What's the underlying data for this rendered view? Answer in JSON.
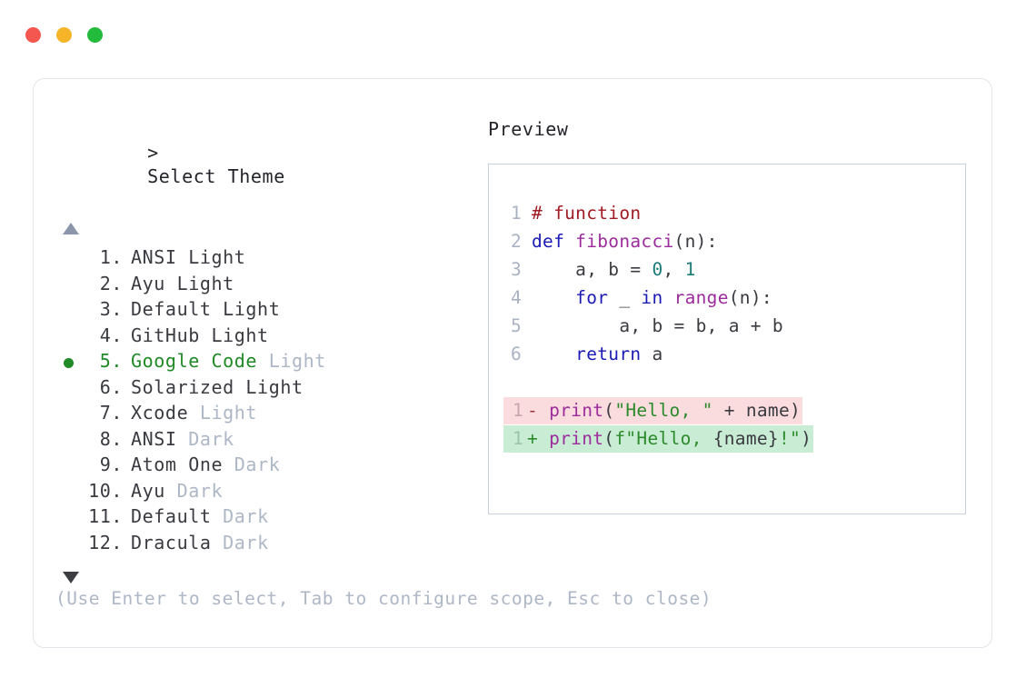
{
  "window": {
    "traffic_lights": [
      {
        "name": "close",
        "color": "#f4574f"
      },
      {
        "name": "minimize",
        "color": "#f6b529"
      },
      {
        "name": "maximize",
        "color": "#23bb3c"
      }
    ]
  },
  "selector": {
    "prompt_marker": ">",
    "prompt_label": "Select Theme",
    "scroll_up_icon": "triangle-up",
    "scroll_down_icon": "triangle-down",
    "selected_index": 5,
    "items": [
      {
        "num": "1.",
        "name": "ANSI Light",
        "variant": "",
        "selected": false
      },
      {
        "num": "2.",
        "name": "Ayu Light",
        "variant": "",
        "selected": false
      },
      {
        "num": "3.",
        "name": "Default Light",
        "variant": "",
        "selected": false
      },
      {
        "num": "4.",
        "name": "GitHub Light",
        "variant": "",
        "selected": false
      },
      {
        "num": "5.",
        "name": "Google Code",
        "variant": "Light",
        "selected": true
      },
      {
        "num": "6.",
        "name": "Solarized Light",
        "variant": "",
        "selected": false
      },
      {
        "num": "7.",
        "name": "Xcode",
        "variant": "Light",
        "selected": false
      },
      {
        "num": "8.",
        "name": "ANSI",
        "variant": "Dark",
        "selected": false
      },
      {
        "num": "9.",
        "name": "Atom One",
        "variant": "Dark",
        "selected": false
      },
      {
        "num": "10.",
        "name": "Ayu",
        "variant": "Dark",
        "selected": false
      },
      {
        "num": "11.",
        "name": "Default",
        "variant": "Dark",
        "selected": false
      },
      {
        "num": "12.",
        "name": "Dracula",
        "variant": "Dark",
        "selected": false
      }
    ]
  },
  "footer": {
    "hint": "(Use Enter to select, Tab to configure scope, Esc to close)"
  },
  "preview": {
    "title": "Preview",
    "code_lines": [
      {
        "n": "1",
        "tokens": [
          {
            "t": "# function",
            "c": "tk-comment"
          }
        ]
      },
      {
        "n": "2",
        "tokens": [
          {
            "t": "def ",
            "c": "tk-kw"
          },
          {
            "t": "fibonacci",
            "c": "tk-fn"
          },
          {
            "t": "(n):",
            "c": "tk-plain"
          }
        ]
      },
      {
        "n": "3",
        "tokens": [
          {
            "t": "    a, b = ",
            "c": "tk-plain"
          },
          {
            "t": "0",
            "c": "tk-num"
          },
          {
            "t": ", ",
            "c": "tk-plain"
          },
          {
            "t": "1",
            "c": "tk-num"
          }
        ]
      },
      {
        "n": "4",
        "tokens": [
          {
            "t": "    ",
            "c": "tk-plain"
          },
          {
            "t": "for",
            "c": "tk-kw"
          },
          {
            "t": " _ ",
            "c": "tk-plain"
          },
          {
            "t": "in",
            "c": "tk-kw"
          },
          {
            "t": " ",
            "c": "tk-plain"
          },
          {
            "t": "range",
            "c": "tk-fn"
          },
          {
            "t": "(n):",
            "c": "tk-plain"
          }
        ]
      },
      {
        "n": "5",
        "tokens": [
          {
            "t": "        a, b = b, a + b",
            "c": "tk-plain"
          }
        ]
      },
      {
        "n": "6",
        "tokens": [
          {
            "t": "    ",
            "c": "tk-plain"
          },
          {
            "t": "return",
            "c": "tk-kw"
          },
          {
            "t": " a",
            "c": "tk-plain"
          }
        ]
      }
    ],
    "diff_lines": [
      {
        "n": "1",
        "kind": "del",
        "marker": "-",
        "tokens": [
          {
            "t": "print",
            "c": "tk-fn"
          },
          {
            "t": "(",
            "c": "tk-plain"
          },
          {
            "t": "\"Hello, \"",
            "c": "tk-str"
          },
          {
            "t": " + name)",
            "c": "tk-plain"
          }
        ]
      },
      {
        "n": "1",
        "kind": "add",
        "marker": "+",
        "tokens": [
          {
            "t": "print",
            "c": "tk-fn"
          },
          {
            "t": "(",
            "c": "tk-plain"
          },
          {
            "t": "f\"Hello, ",
            "c": "tk-str"
          },
          {
            "t": "{name}",
            "c": "tk-plain"
          },
          {
            "t": "!\"",
            "c": "tk-str"
          },
          {
            "t": ")",
            "c": "tk-plain"
          }
        ]
      }
    ]
  },
  "colors": {
    "diff_add_bg": "#c9ecd5",
    "diff_del_bg": "#fadcdf",
    "selection_green": "#1f8a26",
    "dim_text": "#adb7c6",
    "panel_border": "#c6d0de",
    "card_border": "#e2e4e9"
  }
}
